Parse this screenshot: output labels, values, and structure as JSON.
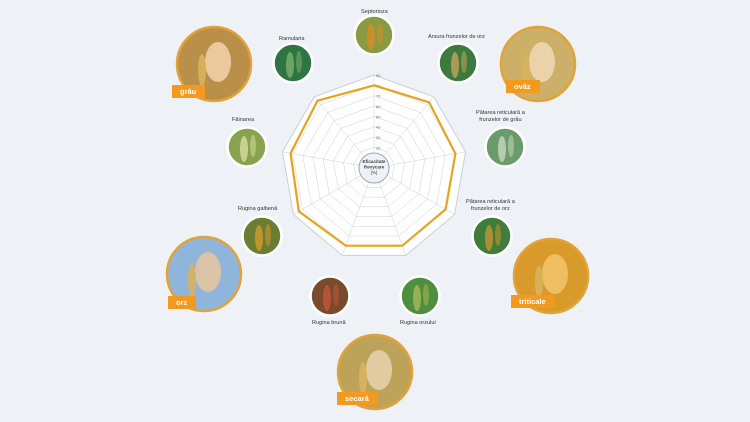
{
  "chart_data": {
    "type": "radar",
    "center_label": "Eficacitate\nRevycare\n[%]",
    "r_ticks": [
      "10",
      "20",
      "30",
      "40",
      "50",
      "60",
      "70",
      "80",
      "90"
    ],
    "rlim": [
      0,
      90
    ],
    "grid": true,
    "categories": [
      "Septorioza",
      "Arsura frunzelor de orz",
      "Pătarea reticulară a\nfrunzelor de grâu",
      "Pătarea reticulară a\nfrunzelor de orz",
      "Rugina orzului",
      "Rugina brună",
      "Rugina galbenă",
      "Făinarea",
      "Ramularia"
    ],
    "series": [
      {
        "values": [
          80,
          83,
          80,
          80,
          80,
          80,
          84,
          82,
          85
        ]
      }
    ],
    "crops": [
      "grâu",
      "ovăz",
      "triticale",
      "secară",
      "orz"
    ],
    "colors": {
      "series": "#e8a31e",
      "grid": "#c9d0d8",
      "badge": "#f29a1f",
      "ring": "#e2a23a"
    }
  }
}
